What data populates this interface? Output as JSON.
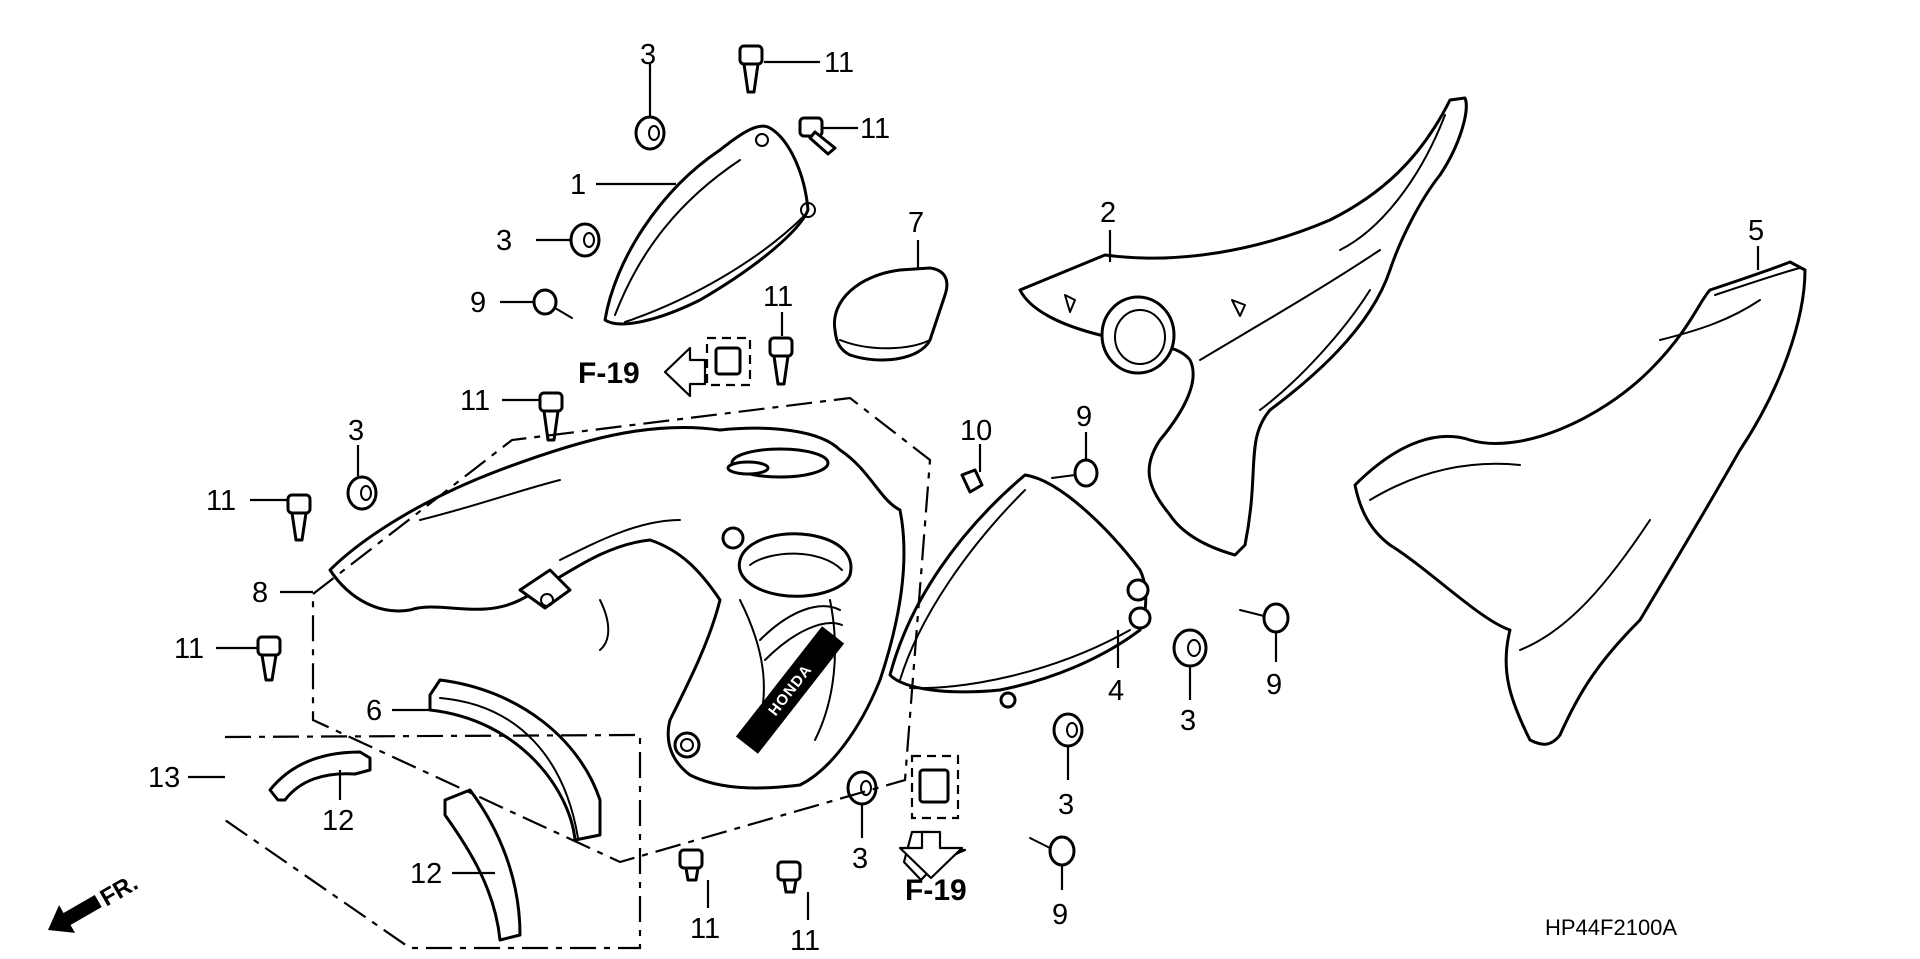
{
  "diagram": {
    "title": "Side Cover / Tank Shroud parts diagram",
    "drawing_code": "HP44F2100A",
    "front_indicator": "FR.",
    "reference_label": "F-19",
    "emblem_text": "HONDA",
    "callouts": [
      {
        "id": "c-3a",
        "part": "3"
      },
      {
        "id": "c-11a",
        "part": "11"
      },
      {
        "id": "c-11b",
        "part": "11"
      },
      {
        "id": "c-1",
        "part": "1"
      },
      {
        "id": "c-3b",
        "part": "3"
      },
      {
        "id": "c-9a",
        "part": "9"
      },
      {
        "id": "c-11c",
        "part": "11"
      },
      {
        "id": "c-7",
        "part": "7"
      },
      {
        "id": "c-2",
        "part": "2"
      },
      {
        "id": "c-5",
        "part": "5"
      },
      {
        "id": "c-11d",
        "part": "11"
      },
      {
        "id": "c-3c",
        "part": "3"
      },
      {
        "id": "c-11e",
        "part": "11"
      },
      {
        "id": "c-10",
        "part": "10"
      },
      {
        "id": "c-9b",
        "part": "9"
      },
      {
        "id": "c-8",
        "part": "8"
      },
      {
        "id": "c-11f",
        "part": "11"
      },
      {
        "id": "c-4",
        "part": "4"
      },
      {
        "id": "c-3d",
        "part": "3"
      },
      {
        "id": "c-9c",
        "part": "9"
      },
      {
        "id": "c-6",
        "part": "6"
      },
      {
        "id": "c-13",
        "part": "13"
      },
      {
        "id": "c-12a",
        "part": "12"
      },
      {
        "id": "c-12b",
        "part": "12"
      },
      {
        "id": "c-3e",
        "part": "3"
      },
      {
        "id": "c-3f",
        "part": "3"
      },
      {
        "id": "c-11g",
        "part": "11"
      },
      {
        "id": "c-11h",
        "part": "11"
      },
      {
        "id": "c-9d",
        "part": "9"
      }
    ]
  }
}
